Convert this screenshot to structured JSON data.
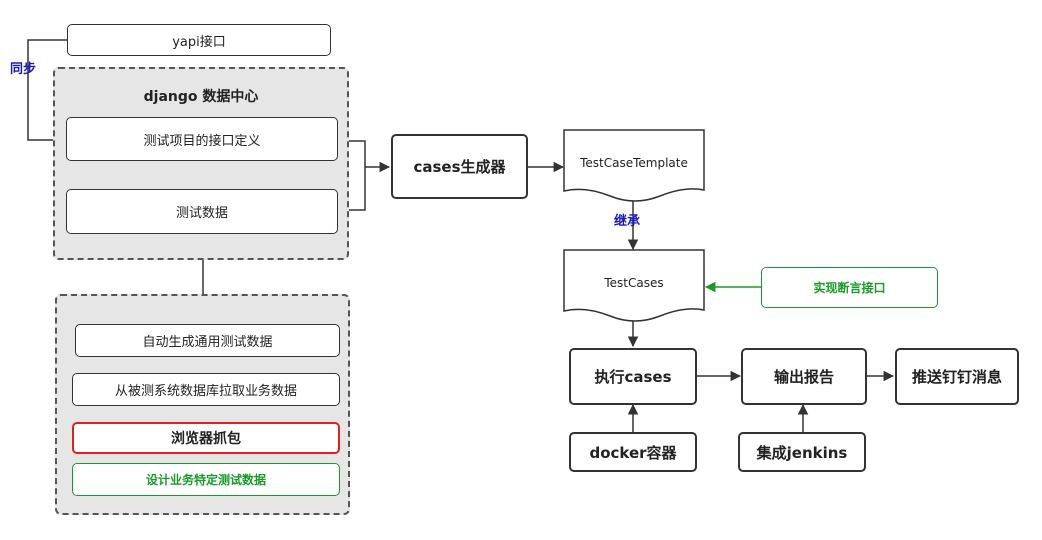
{
  "top": {
    "yapi": "yapi接口",
    "sync": "同步"
  },
  "django_group": {
    "title": "django 数据中心",
    "interface_def": "测试项目的接口定义",
    "test_data": "测试数据"
  },
  "data_sources": {
    "auto_gen": "自动生成通用测试数据",
    "pull_from_db": "从被测系统数据库拉取业务数据",
    "browser_capture": "浏览器抓包",
    "design_specific": "设计业务特定测试数据"
  },
  "pipeline": {
    "generator": "cases生成器",
    "template": "TestCaseTemplate",
    "inherit": "继承",
    "testcases": "TestCases",
    "assert_iface": "实现断言接口",
    "execute": "执行cases",
    "docker": "docker容器",
    "report": "输出报告",
    "jenkins": "集成jenkins",
    "dingtalk": "推送钉钉消息"
  },
  "colors": {
    "line": "#333333",
    "group_fill": "#e6e6e6",
    "highlight_red": "#e02020",
    "highlight_green": "#1a9a2a",
    "label_blue": "#1a1ab8"
  }
}
